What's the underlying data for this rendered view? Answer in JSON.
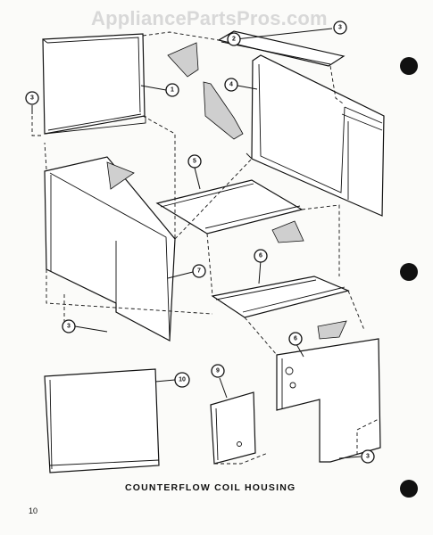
{
  "watermark": "AppliancePartsPros.com",
  "caption": "COUNTERFLOW COIL HOUSING",
  "page_number": "10",
  "callouts": [
    {
      "id": "c1",
      "label": "1"
    },
    {
      "id": "c2",
      "label": "2"
    },
    {
      "id": "c3a",
      "label": "3"
    },
    {
      "id": "c3b",
      "label": "3"
    },
    {
      "id": "c3c",
      "label": "3"
    },
    {
      "id": "c3d",
      "label": "3"
    },
    {
      "id": "c4",
      "label": "4"
    },
    {
      "id": "c5",
      "label": "5"
    },
    {
      "id": "c6a",
      "label": "6"
    },
    {
      "id": "c6b",
      "label": "6"
    },
    {
      "id": "c7",
      "label": "7"
    },
    {
      "id": "c9",
      "label": "9"
    },
    {
      "id": "c10",
      "label": "10"
    }
  ],
  "colors": {
    "ink": "#111111",
    "paper": "#fbfbf9",
    "watermark": "#d8d8d8"
  }
}
